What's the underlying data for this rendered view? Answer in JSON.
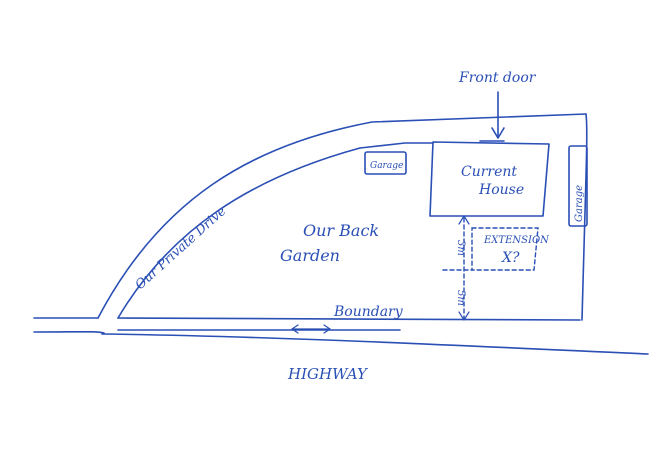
{
  "labels": {
    "front_door": "Front door",
    "garage_left": "Garage",
    "current_house": [
      "Current",
      "House"
    ],
    "garage_right": "Garage",
    "private_drive": "Our Private Drive",
    "back_garden": [
      "Our Back",
      "Garden"
    ],
    "extension": "EXTENSION",
    "extension_mark": "X?",
    "measure_upper": "3m",
    "measure_lower": "5m",
    "boundary": "Boundary",
    "highway": "HIGHWAY"
  },
  "ink_color": "#2a4fb5"
}
